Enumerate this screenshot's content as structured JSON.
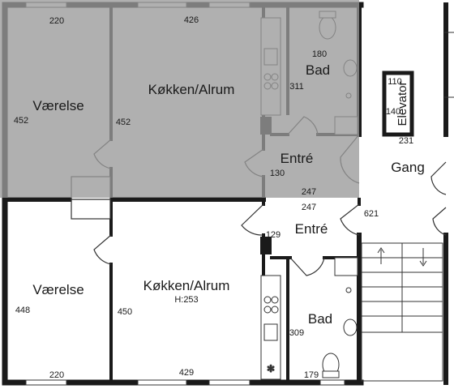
{
  "upper_apartment": {
    "rooms": {
      "vaerelse": "Værelse",
      "kokken": "Køkken/Alrum",
      "bad": "Bad",
      "entre": "Entré"
    },
    "dims": {
      "vaerelse_width": "220",
      "kokken_width": "426",
      "bad_width": "180",
      "vaerelse_depth": "452",
      "kokken_depth": "452",
      "bad_depth": "311",
      "entre_depth": "130",
      "entre_width": "247"
    }
  },
  "core": {
    "rooms": {
      "gang": "Gang",
      "elevator": "Elevator"
    },
    "dims": {
      "elevator_top": "110",
      "elevator_side": "140",
      "elevator_bottom": "231",
      "gang_depth": "621"
    }
  },
  "lower_apartment": {
    "rooms": {
      "vaerelse": "Værelse",
      "kokken": "Køkken/Alrum",
      "kokken_height": "H:253",
      "entre": "Entré",
      "bad": "Bad"
    },
    "dims": {
      "entre_width": "247",
      "entre_depth": "129",
      "vaerelse_depth": "448",
      "kokken_depth": "450",
      "bad_depth": "309",
      "vaerelse_width": "220",
      "kokken_width": "429",
      "bad_width": "179"
    }
  },
  "colors": {
    "wall": "#1a1a1a",
    "line": "#333333",
    "upper_overlay": "#9a9a9a"
  }
}
